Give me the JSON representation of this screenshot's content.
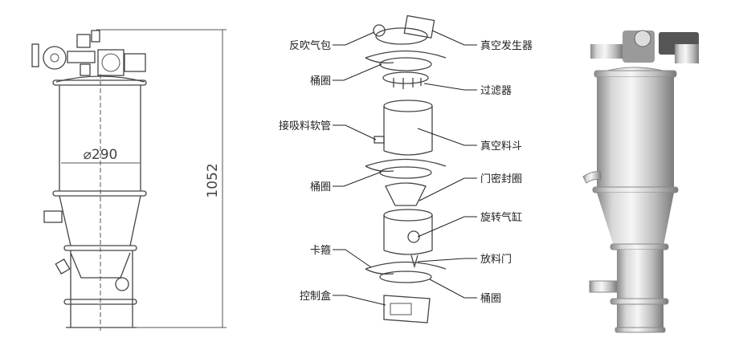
{
  "drawing": {
    "diameter_label": "⌀290",
    "height_label": "1052"
  },
  "exploded_view": {
    "left_labels": [
      "反吹气包",
      "桶圈",
      "接吸料软管",
      "桶圈",
      "卡箍",
      "控制盒"
    ],
    "right_labels": [
      "真空发生器",
      "过滤器",
      "真空料斗",
      "门密封圈",
      "旋转气缸",
      "放料门",
      "桶圈"
    ]
  },
  "colors": {
    "line": "#444444",
    "metal_light": "#f2f2f2",
    "metal_dark": "#8a8a8a"
  }
}
